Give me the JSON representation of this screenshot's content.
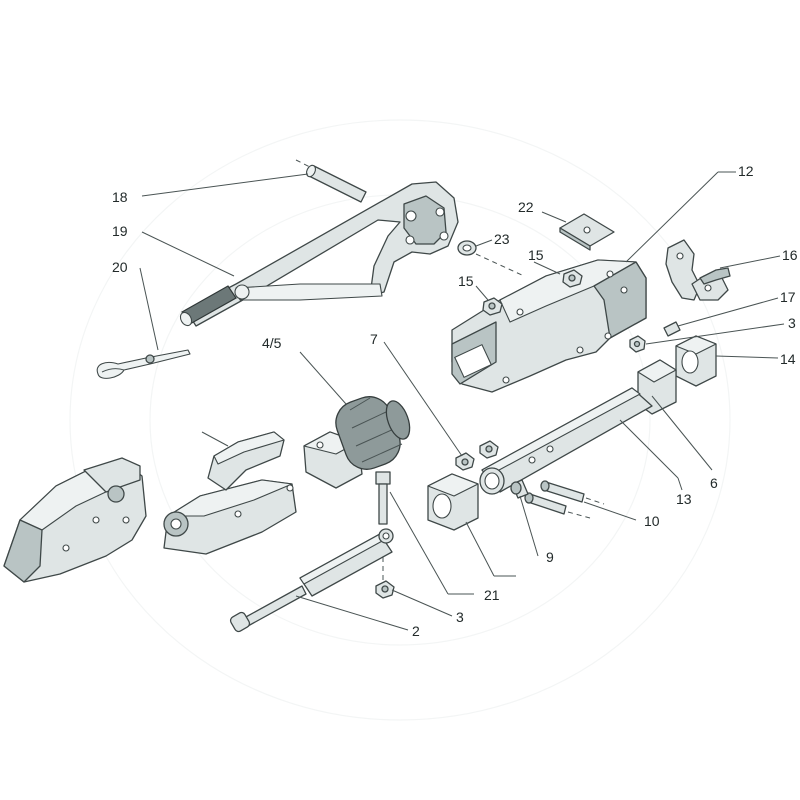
{
  "diagram": {
    "callouts": [
      {
        "id": "c18",
        "text": "18"
      },
      {
        "id": "c19",
        "text": "19"
      },
      {
        "id": "c20",
        "text": "20"
      },
      {
        "id": "c22",
        "text": "22"
      },
      {
        "id": "c23",
        "text": "23"
      },
      {
        "id": "c15a",
        "text": "15"
      },
      {
        "id": "c15b",
        "text": "15"
      },
      {
        "id": "c12",
        "text": "12"
      },
      {
        "id": "c16",
        "text": "16"
      },
      {
        "id": "c17",
        "text": "17"
      },
      {
        "id": "c3a",
        "text": "3"
      },
      {
        "id": "c14",
        "text": "14"
      },
      {
        "id": "c45",
        "text": "4/5"
      },
      {
        "id": "c7",
        "text": "7"
      },
      {
        "id": "c6",
        "text": "6"
      },
      {
        "id": "c13",
        "text": "13"
      },
      {
        "id": "c10",
        "text": "10"
      },
      {
        "id": "c9",
        "text": "9"
      },
      {
        "id": "c21",
        "text": "21"
      },
      {
        "id": "c3b",
        "text": "3"
      },
      {
        "id": "c2",
        "text": "2"
      }
    ],
    "colors": {
      "part_fill": "#dfe5e5",
      "part_shade": "#b9c4c4",
      "bellows": "#8e9a9a",
      "grip": "#6c7878",
      "outline": "#3f4848"
    }
  }
}
